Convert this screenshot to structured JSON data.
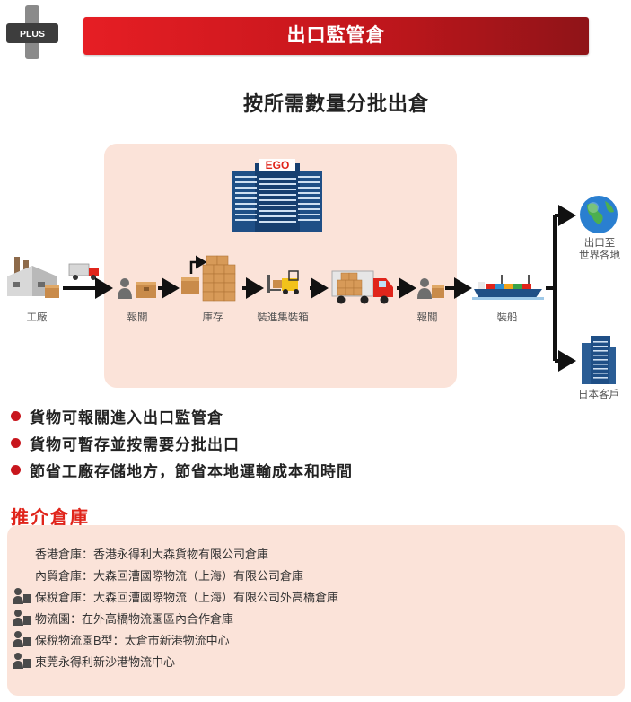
{
  "header": {
    "badge": "PLUS",
    "title": "出口監管倉"
  },
  "subtitle": "按所需數量分批出倉",
  "diagram": {
    "building_sign": "EGO",
    "steps": [
      {
        "id": "factory",
        "label": "工廠"
      },
      {
        "id": "customs1",
        "label": "報關"
      },
      {
        "id": "storage",
        "label": "庫存"
      },
      {
        "id": "loading",
        "label": "裝進集裝箱"
      },
      {
        "id": "customs2",
        "label": "報關"
      },
      {
        "id": "shipping",
        "label": "裝船"
      }
    ],
    "destinations": [
      {
        "id": "world",
        "label_line1": "出口至",
        "label_line2": "世界各地"
      },
      {
        "id": "japan",
        "label": "日本客戶"
      }
    ]
  },
  "bullets": [
    "貨物可報關進入出口監管倉",
    "貨物可暫存並按需要分批出口",
    "節省工廠存儲地方，節省本地運輸成本和時間"
  ],
  "recommend": {
    "title": "推介倉庫",
    "items": [
      {
        "text": "香港倉庫：香港永得利大森貨物有限公司倉庫",
        "icon": false
      },
      {
        "text": "內貿倉庫：大森回漕國際物流（上海）有限公司倉庫",
        "icon": false
      },
      {
        "text": "保稅倉庫：大森回漕國際物流（上海）有限公司外高橋倉庫",
        "icon": true
      },
      {
        "text": "物流園：在外高橋物流園區內合作倉庫",
        "icon": true
      },
      {
        "text": "保稅物流園B型：太倉市新港物流中心",
        "icon": true
      },
      {
        "text": "東莞永得利新沙港物流中心",
        "icon": true
      }
    ]
  },
  "colors": {
    "banner_red": "#e61e24",
    "accent_red": "#e0251b",
    "panel_peach": "#fbe3d9",
    "bullet_red": "#c8161d"
  }
}
